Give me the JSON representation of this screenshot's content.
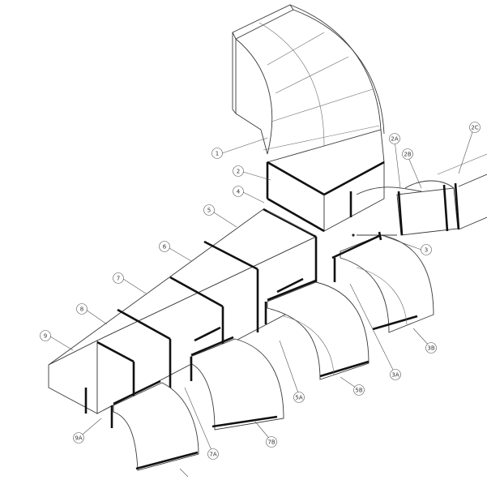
{
  "drawing": {
    "callouts": [
      {
        "id": "1",
        "tag": ""
      },
      {
        "id": "2",
        "tag": ""
      },
      {
        "id": "4",
        "tag": ""
      },
      {
        "id": "5",
        "tag": ""
      },
      {
        "id": "6",
        "tag": ""
      },
      {
        "id": "7",
        "tag": ""
      },
      {
        "id": "8",
        "tag": ""
      },
      {
        "id": "9",
        "tag": ""
      },
      {
        "id": "3",
        "tag": ""
      },
      {
        "id": "2A",
        "tag": ""
      },
      {
        "id": "2B",
        "tag": ""
      },
      {
        "id": "2C",
        "tag": ""
      },
      {
        "id": "3A",
        "tag": ""
      },
      {
        "id": "3B",
        "tag": ""
      },
      {
        "id": "5A",
        "tag": ""
      },
      {
        "id": "5B",
        "tag": ""
      },
      {
        "id": "7A",
        "tag": ""
      },
      {
        "id": "7B",
        "tag": ""
      },
      {
        "id": "9A",
        "tag": ""
      }
    ]
  }
}
